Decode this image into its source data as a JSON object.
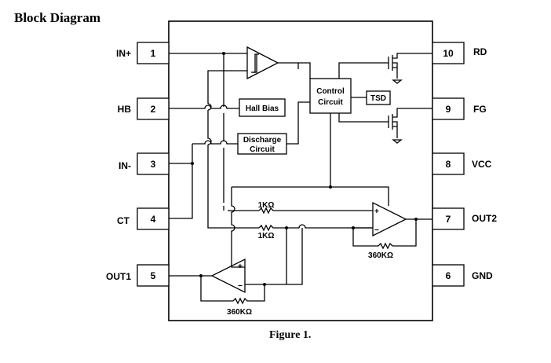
{
  "heading": "Block Diagram",
  "caption": "Figure 1.",
  "pins_left": [
    {
      "num": "1",
      "name": "IN+"
    },
    {
      "num": "2",
      "name": "HB"
    },
    {
      "num": "3",
      "name": "IN-"
    },
    {
      "num": "4",
      "name": "CT"
    },
    {
      "num": "5",
      "name": "OUT1"
    }
  ],
  "pins_right": [
    {
      "num": "10",
      "name": "RD"
    },
    {
      "num": "9",
      "name": "FG"
    },
    {
      "num": "8",
      "name": "VCC"
    },
    {
      "num": "7",
      "name": "OUT2"
    },
    {
      "num": "6",
      "name": "GND"
    }
  ],
  "blocks": {
    "hall_bias": "Hall Bias",
    "discharge_line1": "Discharge",
    "discharge_line2": "Circuit",
    "control_line1": "Control",
    "control_line2": "Circuit",
    "tsd": "TSD"
  },
  "resistors": {
    "r_upper": "1KΩ",
    "r_lower": "1KΩ",
    "r_out2_fb": "360KΩ",
    "r_out1_fb": "360KΩ"
  },
  "opamp_signs": {
    "plus": "+",
    "minus": "−"
  }
}
